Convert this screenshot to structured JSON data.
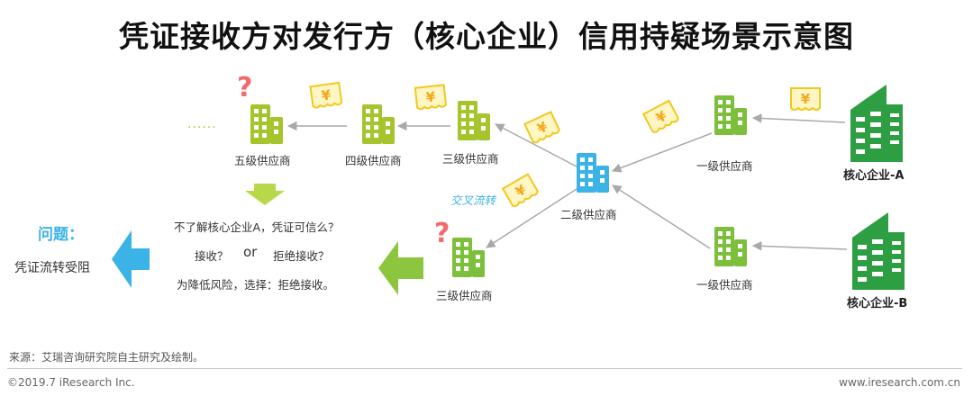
{
  "title": "凭证接收方对发行方（核心企业）信用持疑场景示意图",
  "nodes": {
    "core_a": "核心企业-A",
    "core_b": "核心企业-B",
    "tier1_top": "一级供应商",
    "tier1_bottom": "一级供应商",
    "tier2": "二级供应商",
    "tier3_top": "三级供应商",
    "tier3_bottom": "三级供应商",
    "tier4": "四级供应商",
    "tier5": "五级供应商"
  },
  "ellipsis": "......",
  "question_mark": "?",
  "cross_flow": "交叉流转",
  "voucher_symbol": "¥",
  "dilemma": {
    "line1": "不了解核心企业A，凭证可信么？",
    "accept": "接收？",
    "or": "or",
    "reject": "拒绝接收？",
    "line3": "为降低风险，选择：拒绝接收。"
  },
  "problem": {
    "title": "问题：",
    "text": "凭证流转受阻"
  },
  "footer": {
    "source": "来源：艾瑞咨询研究院自主研究及绘制。",
    "copyright": "©2019.7 iResearch Inc.",
    "website": "www.iresearch.com.cn"
  },
  "colors": {
    "core_green": "#2e9e43",
    "supplier_green": "#a6c42c",
    "tier1_green": "#7cbf3a",
    "tier2_blue": "#3bb3e6",
    "voucher_yellow": "#f2c81b",
    "question_red": "#f26b6b",
    "arrow_gray": "#a9a9a9"
  }
}
